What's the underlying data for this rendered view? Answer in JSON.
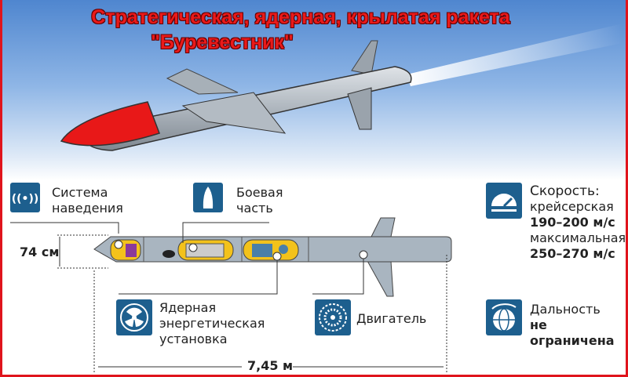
{
  "title": {
    "line1": "Стратегическая, ядерная, крылатая ракета",
    "line2": "\"Буревестник\""
  },
  "components": {
    "guidance": {
      "line1": "Система",
      "line2": "наведения",
      "icon": "radio-signal-icon"
    },
    "warhead": {
      "line1": "Боевая",
      "line2": "часть",
      "icon": "warhead-icon"
    },
    "reactor": {
      "line1": "Ядерная",
      "line2": "энергетическая",
      "line3": "установка",
      "icon": "radiation-icon"
    },
    "engine": {
      "label": "Двигатель",
      "icon": "turbine-icon"
    }
  },
  "dimensions": {
    "diameter": "74 см",
    "length": "7,45 м"
  },
  "speed": {
    "heading": "Скорость:",
    "cruise_label": "крейсерская",
    "cruise_value": "190–200 м/с",
    "max_label": "максимальная",
    "max_value": "250–270 м/с",
    "icon": "speedometer-icon"
  },
  "range": {
    "label": "Дальность",
    "value": "не ограничена",
    "icon": "globe-icon"
  },
  "colors": {
    "title": "#ea1a1a",
    "icon_bg": "#1d5f8e",
    "nose": "#e81818",
    "compartment": "#f3c21b",
    "body": "#a9b5c0",
    "border": "#e0141c"
  }
}
